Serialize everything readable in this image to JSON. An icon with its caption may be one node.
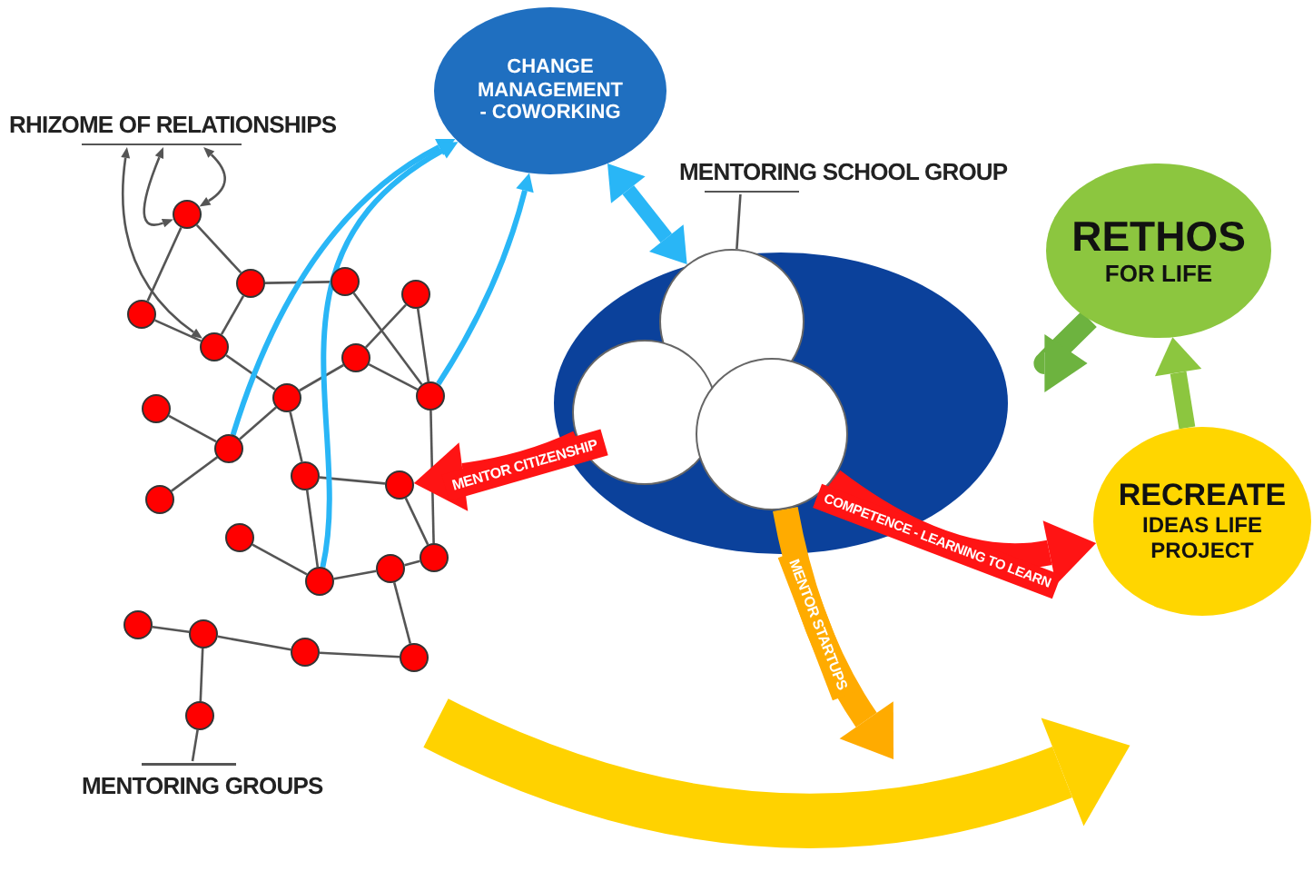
{
  "diagram": {
    "nodes": [
      {
        "text": [
          "RHIZOME OF RELATIONSHIPS"
        ]
      },
      {
        "text": [
          "CHANGE MANAGEMENT - COWORKING"
        ]
      },
      {
        "text": [
          "MENTORING SCHOOL GROUP"
        ]
      },
      {
        "text": [],
        "shape": "ellipse"
      },
      {
        "text": [],
        "shape": "circle",
        "in": 3
      },
      {
        "text": [],
        "shape": "circle",
        "in": 3
      },
      {
        "text": [],
        "shape": "circle",
        "in": 3
      },
      {
        "text": [
          "RETHOS",
          "FOR LIFE"
        ]
      },
      {
        "text": [
          "RECREATE",
          "IDEAS LIFE PROJECT"
        ]
      },
      {
        "text": [
          "MENTORING GROUPS"
        ]
      },
      {
        "text": [],
        "shape": "circle"
      },
      {
        "text": [],
        "shape": "circle"
      },
      {
        "text": [],
        "shape": "circle"
      },
      {
        "text": [],
        "shape": "circle"
      },
      {
        "text": [],
        "shape": "circle"
      },
      {
        "text": [],
        "shape": "circle"
      },
      {
        "text": [],
        "shape": "circle"
      },
      {
        "text": [],
        "shape": "circle"
      },
      {
        "text": [],
        "shape": "circle"
      },
      {
        "text": [],
        "shape": "circle"
      },
      {
        "text": [],
        "shape": "circle"
      },
      {
        "text": [],
        "shape": "circle"
      },
      {
        "text": [],
        "shape": "circle"
      },
      {
        "text": [],
        "shape": "circle"
      },
      {
        "text": [],
        "shape": "circle"
      },
      {
        "text": [],
        "shape": "circle"
      },
      {
        "text": [],
        "shape": "circle"
      },
      {
        "text": [],
        "shape": "circle"
      },
      {
        "text": [],
        "shape": "circle"
      },
      {
        "text": [],
        "shape": "circle"
      },
      {
        "text": [],
        "shape": "circle"
      },
      {
        "text": [],
        "shape": "circle"
      },
      {
        "text": [],
        "shape": "circle"
      }
    ],
    "edges": [
      {
        "from": 10,
        "to": 11,
        "arrow": "none"
      },
      {
        "from": 10,
        "to": 14,
        "arrow": "none"
      },
      {
        "from": 11,
        "to": 12,
        "arrow": "none"
      },
      {
        "from": 11,
        "to": 15,
        "arrow": "none"
      },
      {
        "from": 14,
        "to": 15,
        "arrow": "none"
      },
      {
        "from": 12,
        "to": 18,
        "arrow": "none"
      },
      {
        "from": 13,
        "to": 16,
        "arrow": "none"
      },
      {
        "from": 13,
        "to": 18,
        "arrow": "none"
      },
      {
        "from": 15,
        "to": 17,
        "arrow": "none"
      },
      {
        "from": 16,
        "to": 17,
        "arrow": "none"
      },
      {
        "from": 16,
        "to": 18,
        "arrow": "none"
      },
      {
        "from": 19,
        "to": 20,
        "arrow": "none"
      },
      {
        "from": 20,
        "to": 23,
        "arrow": "none"
      },
      {
        "from": 20,
        "to": 17,
        "arrow": "none"
      },
      {
        "from": 17,
        "to": 21,
        "arrow": "none"
      },
      {
        "from": 18,
        "to": 27,
        "arrow": "none"
      },
      {
        "from": 21,
        "to": 22,
        "arrow": "none"
      },
      {
        "from": 22,
        "to": 27,
        "arrow": "none"
      },
      {
        "from": 21,
        "to": 25,
        "arrow": "none"
      },
      {
        "from": 24,
        "to": 25,
        "arrow": "none"
      },
      {
        "from": 25,
        "to": 26,
        "arrow": "none"
      },
      {
        "from": 26,
        "to": 27,
        "arrow": "none"
      },
      {
        "from": 26,
        "to": 31,
        "arrow": "none"
      },
      {
        "from": 30,
        "to": 31,
        "arrow": "none"
      },
      {
        "from": 29,
        "to": 30,
        "arrow": "none"
      },
      {
        "from": 28,
        "to": 29,
        "arrow": "none"
      },
      {
        "from": 29,
        "to": 32,
        "arrow": "none"
      },
      {
        "from": 0,
        "to": 15,
        "arrow": "both"
      },
      {
        "from": 0,
        "to": 10,
        "arrow": "both"
      },
      {
        "from": 0,
        "to": 10,
        "arrow": "both"
      },
      {
        "from": 2,
        "to": 4,
        "arrow": "none"
      },
      {
        "from": 9,
        "to": 32,
        "arrow": "none"
      },
      {
        "from": 20,
        "to": 1,
        "arrow": "to",
        "style": "thick",
        "color": "#29b6f6"
      },
      {
        "from": 25,
        "to": 1,
        "arrow": "to",
        "style": "thick",
        "color": "#29b6f6"
      },
      {
        "from": 18,
        "to": 1,
        "arrow": "to",
        "style": "thick",
        "color": "#29b6f6"
      },
      {
        "from": 1,
        "to": 4,
        "arrow": "both",
        "style": "thick",
        "color": "#29b6f6"
      },
      {
        "from": 7,
        "to": 3,
        "arrow": "to",
        "style": "thick",
        "color": "#6db33f"
      },
      {
        "from": 8,
        "to": 7,
        "arrow": "to",
        "style": "thick",
        "color": "#8cc63f"
      },
      {
        "from": 5,
        "to": 22,
        "arrow": "to",
        "label": "MENTOR CITIZENSHIP",
        "style": "thick",
        "color": "#ff1414"
      },
      {
        "from": 6,
        "to": null,
        "arrow": "to",
        "label": "MENTOR STARTUPS",
        "style": "thick",
        "color": "#ffab00"
      },
      {
        "from": 6,
        "to": 8,
        "arrow": "to",
        "label": "COMPETENCE - LEARNING TO LEARN",
        "style": "thick",
        "color": "#ff1414"
      }
    ]
  }
}
